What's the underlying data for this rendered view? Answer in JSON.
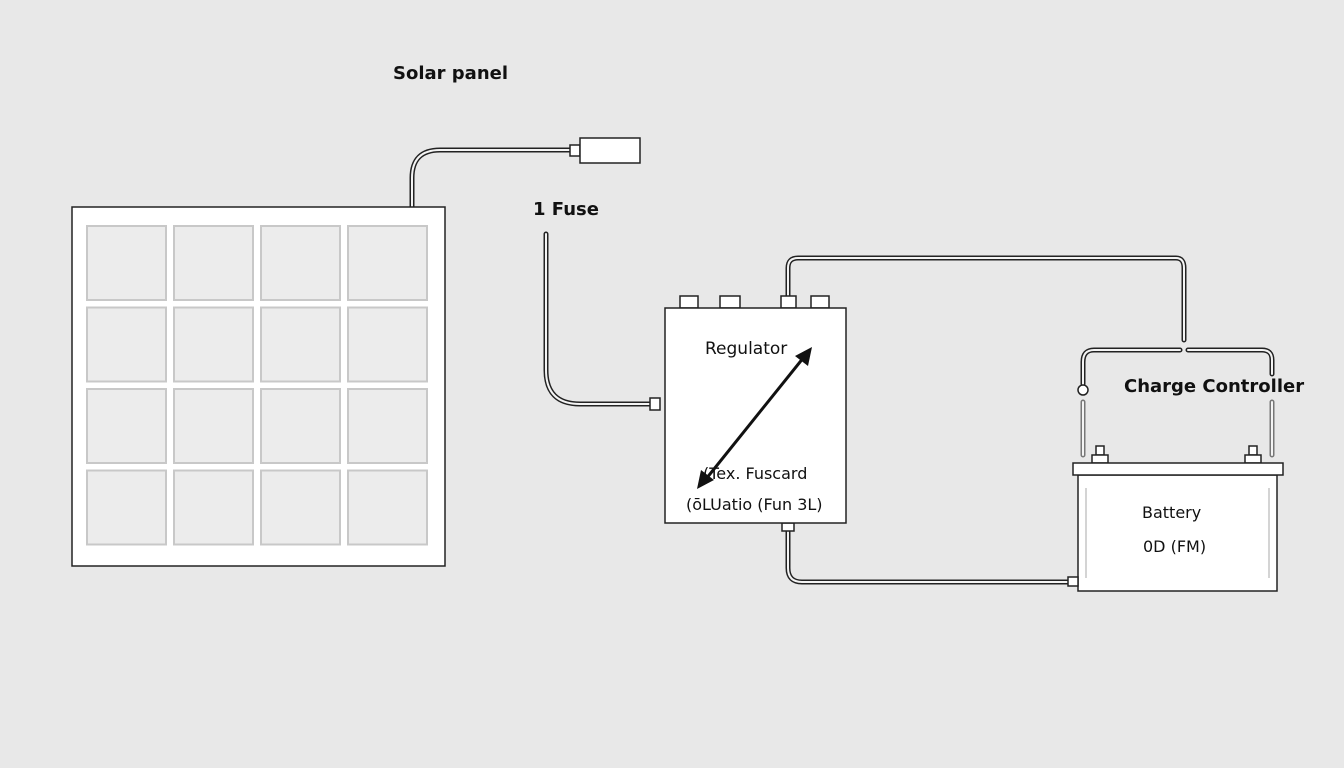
{
  "labels": {
    "solar_panel": "Solar panel",
    "fuse": "1 Fuse",
    "regulator": "Regulator",
    "regulator_line1": "(Tex. Fuscard",
    "regulator_line2": "(ōLUatio (Fun 3L)",
    "charge_controller": "Charge Controller",
    "battery": "Battery",
    "battery_sub": "0D (FM)"
  },
  "panel": {
    "rows": 4,
    "cols": 4
  },
  "colors": {
    "background": "#e8e8e8",
    "stroke": "#111111",
    "fill": "#ffffff"
  }
}
